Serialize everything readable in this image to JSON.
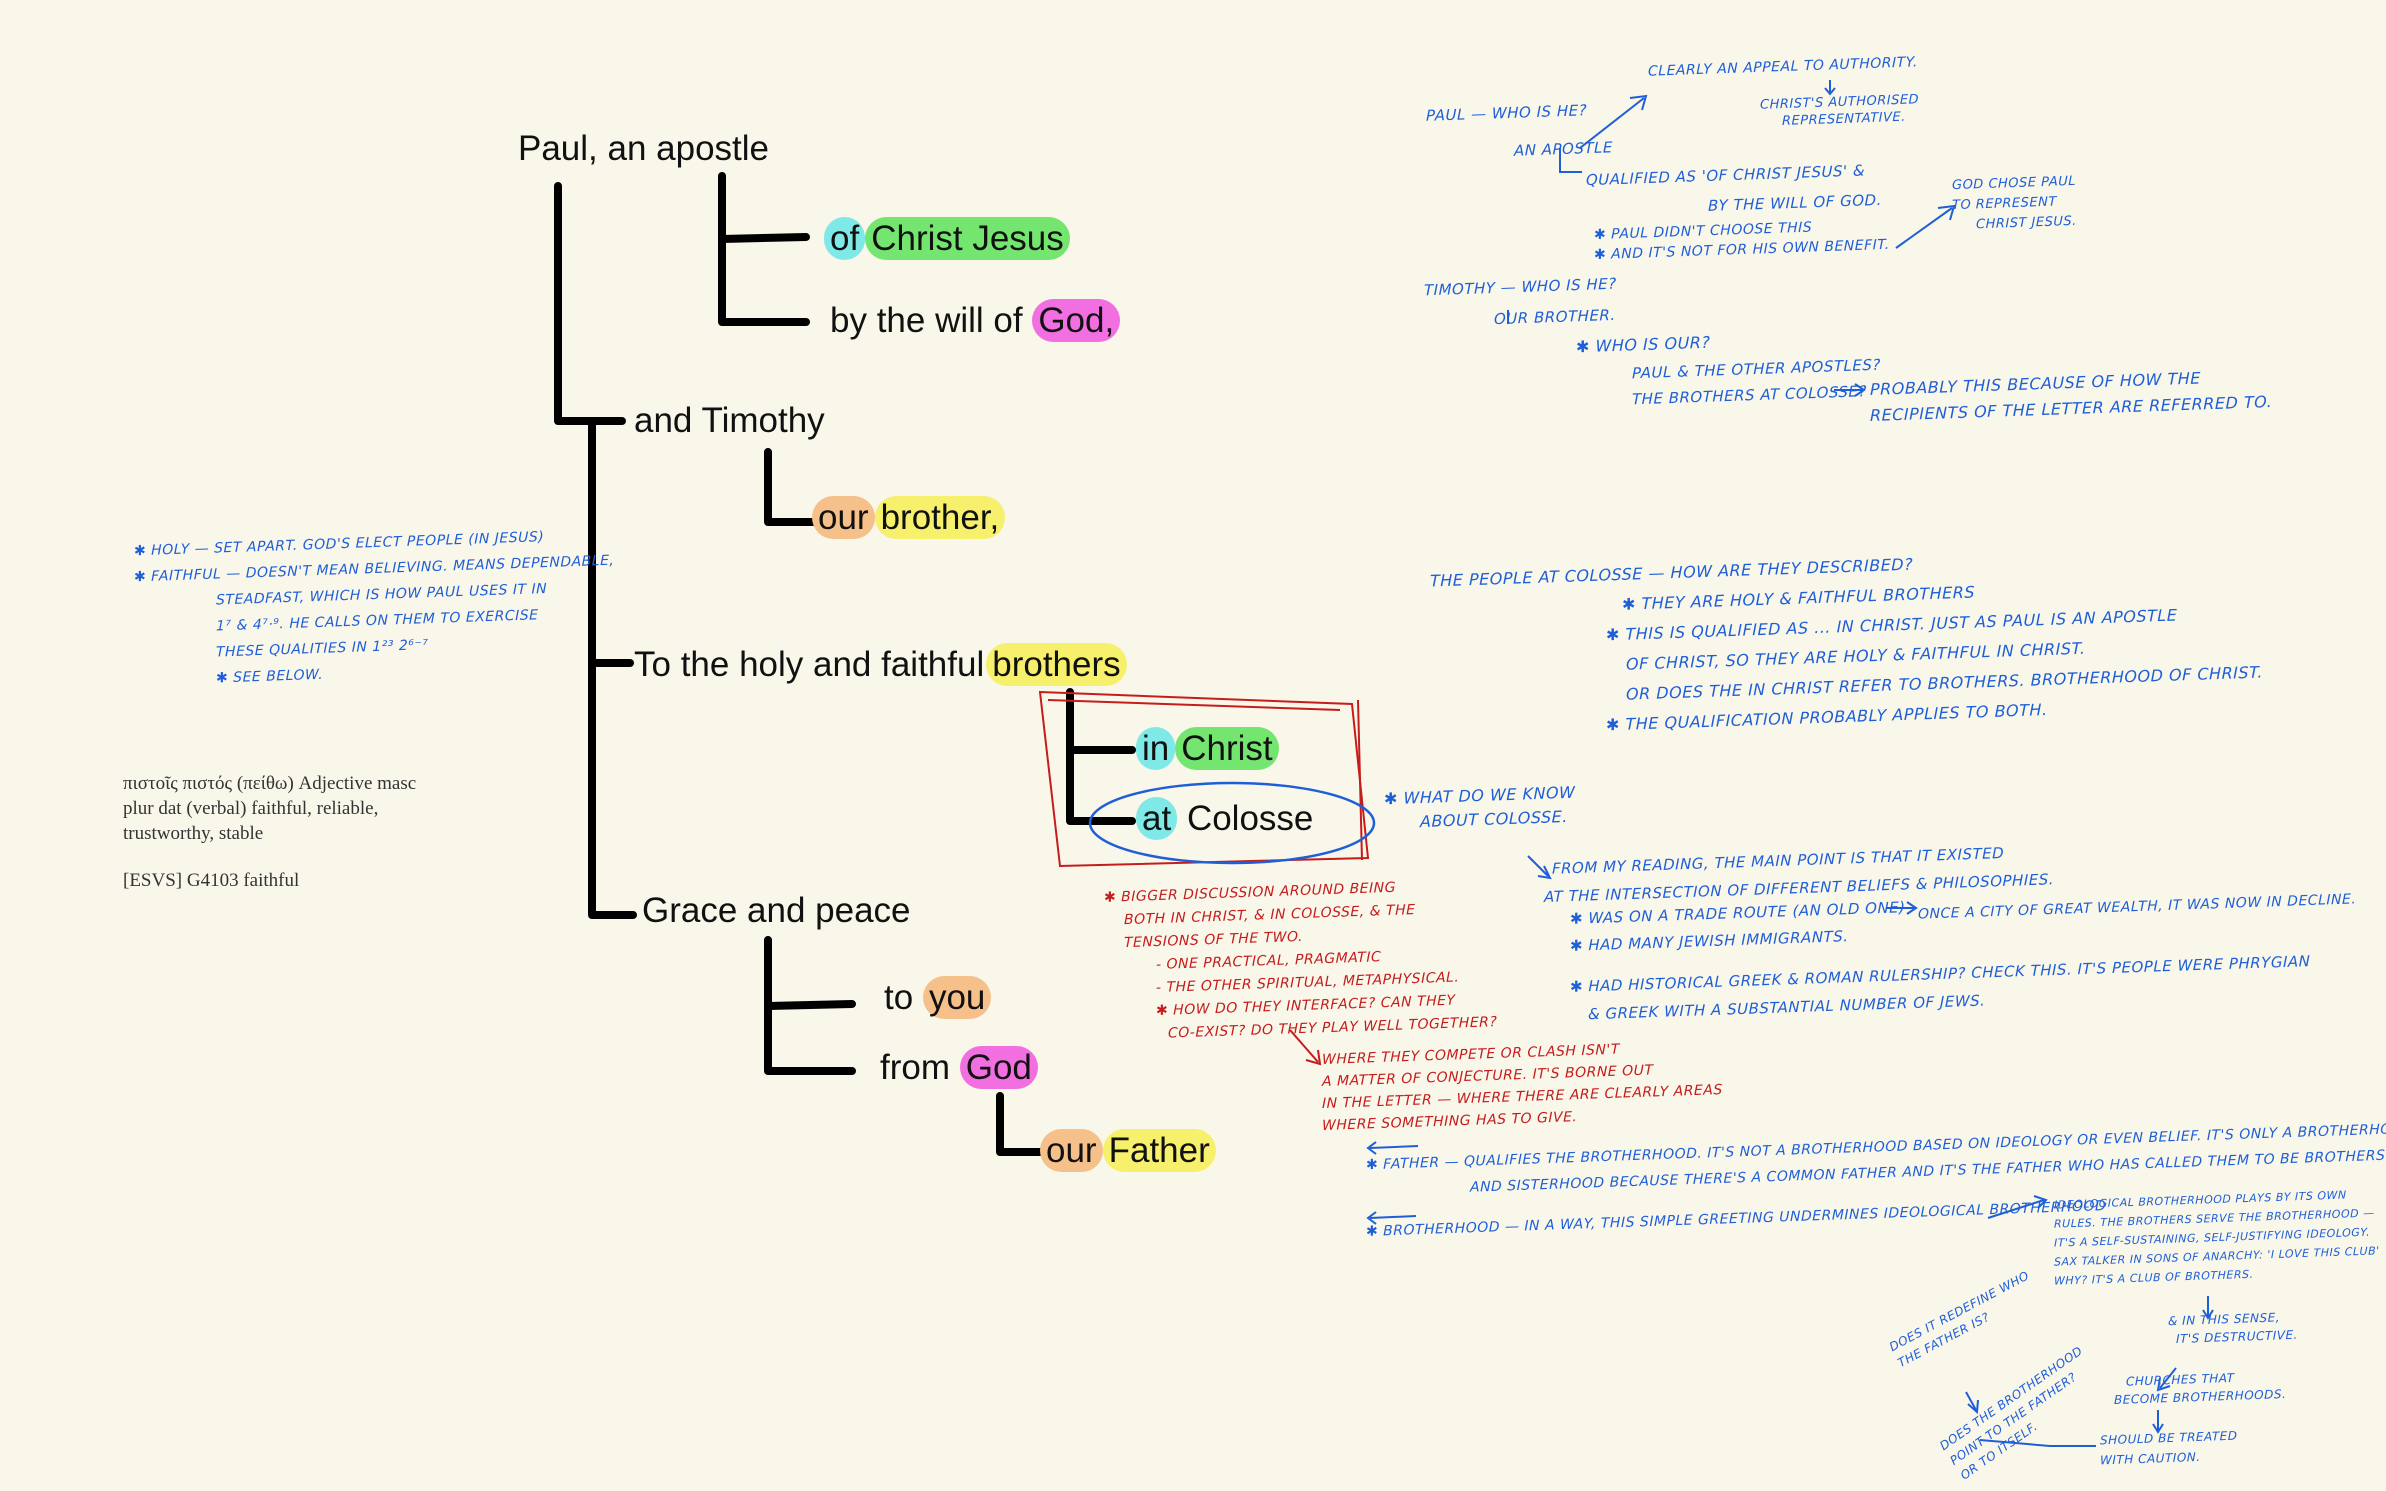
{
  "diagram": {
    "paul": "Paul, an apostle",
    "of": "of",
    "christ_jesus": "Christ Jesus",
    "by_will": "by the will of",
    "god1": "God,",
    "and_timothy": "and Timothy",
    "our1": "our",
    "brother": "brother,",
    "to_holy": "To the holy and faithful",
    "brothers": "brothers",
    "in": "in",
    "christ2": "Christ",
    "at": "at",
    "colosse": "Colosse",
    "grace": "Grace and peace",
    "to": "to",
    "you": "you",
    "from": "from",
    "god2": "God",
    "our2": "our",
    "father": "Father"
  },
  "lexicon": {
    "line1": "πιστοῖς πιστός (πείθω) Adjective masc",
    "line2": "plur dat (verbal)  faithful, reliable,",
    "line3": "trustworthy, stable",
    "line4": "[ESVS]  G4103  faithful"
  },
  "left_notes": [
    "✱ HOLY — SET APART. GOD'S ELECT PEOPLE (IN JESUS)",
    "✱ FAITHFUL — DOESN'T MEAN BELIEVING. MEANS DEPENDABLE,",
    "STEADFAST, WHICH IS HOW PAUL USES IT IN",
    "1⁷ & 4⁷·⁹. HE CALLS ON THEM TO EXERCISE",
    "THESE QUALITIES IN 1²³ 2⁶⁻⁷",
    "✱ SEE BELOW."
  ],
  "top_notes": {
    "q_paul": "PAUL — WHO IS HE?",
    "an_apostle": "AN APOSTLE",
    "appeal": "CLEARLY AN APPEAL TO AUTHORITY.",
    "authorised1": "CHRIST'S AUTHORISED",
    "authorised2": "REPRESENTATIVE.",
    "qualified1": "QUALIFIED AS 'OF CHRIST JESUS' &",
    "qualified2": "BY THE WILL OF GOD.",
    "didnt1": "✱ PAUL DIDN'T CHOOSE THIS",
    "didnt2": "✱ AND IT'S NOT FOR HIS OWN BENEFIT.",
    "chose1": "GOD CHOSE PAUL",
    "chose2": "TO REPRESENT",
    "chose3": "CHRIST JESUS.",
    "q_tim": "TIMOTHY — WHO IS HE?",
    "our_brother": "OUR BROTHER.",
    "who_our": "✱ WHO IS OUR?",
    "other_apostles": "PAUL & THE OTHER APOSTLES?",
    "brothers_colosse": "THE BROTHERS AT COLOSSE?",
    "probably1": "PROBABLY THIS BECAUSE OF HOW THE",
    "probably2": "RECIPIENTS OF THE LETTER ARE REFERRED TO."
  },
  "mid_notes": [
    "THE PEOPLE AT COLOSSE — HOW ARE THEY DESCRIBED?",
    "✱ THEY ARE HOLY & FAITHFUL BROTHERS",
    "✱ THIS IS QUALIFIED AS ... IN CHRIST. JUST AS PAUL IS AN APOSTLE",
    "OF CHRIST, SO THEY ARE HOLY & FAITHFUL IN CHRIST.",
    "OR DOES THE IN CHRIST REFER TO BROTHERS. BROTHERHOOD OF CHRIST.",
    "✱ THE QUALIFICATION PROBABLY APPLIES TO BOTH."
  ],
  "colosse_notes": {
    "what1": "✱ WHAT DO WE KNOW",
    "what2": "ABOUT COLOSSE.",
    "reading1": "FROM MY READING, THE MAIN POINT IS THAT IT EXISTED",
    "reading2": "AT THE INTERSECTION OF DIFFERENT BELIEFS & PHILOSOPHIES.",
    "trade": "✱ WAS ON A TRADE ROUTE (AN OLD ONE)",
    "wealth": "ONCE A CITY OF GREAT WEALTH, IT WAS NOW IN DECLINE.",
    "jewish": "✱ HAD MANY JEWISH IMMIGRANTS.",
    "greek1": "✱ HAD HISTORICAL GREEK & ROMAN RULERSHIP? CHECK THIS. IT'S PEOPLE WERE PHRYGIAN",
    "greek2": "& GREEK WITH A SUBSTANTIAL NUMBER OF JEWS."
  },
  "red_notes": {
    "bigger1": "✱ BIGGER DISCUSSION AROUND BEING",
    "bigger2": "BOTH IN CHRIST, & IN COLOSSE, & THE",
    "bigger3": "TENSIONS OF THE TWO.",
    "bigger4": "- ONE PRACTICAL, PRAGMATIC",
    "bigger5": "- THE OTHER SPIRITUAL, METAPHYSICAL.",
    "bigger6": "✱ HOW DO THEY INTERFACE? CAN THEY",
    "bigger7": "CO-EXIST? DO THEY PLAY WELL TOGETHER?",
    "where1": "WHERE THEY COMPETE OR CLASH ISN'T",
    "where2": "A MATTER OF CONJECTURE. IT'S BORNE OUT",
    "where3": "IN THE LETTER — WHERE THERE ARE CLEARLY AREAS",
    "where4": "WHERE SOMETHING HAS TO GIVE."
  },
  "bottom_notes": {
    "father1": "✱ FATHER — QUALIFIES THE BROTHERHOOD. IT'S NOT A BROTHERHOOD BASED ON IDEOLOGY OR EVEN BELIEF. IT'S ONLY A BROTHERHOOD",
    "father2": "AND SISTERHOOD BECAUSE THERE'S A COMMON FATHER AND IT'S THE FATHER WHO HAS CALLED THEM TO BE BROTHERS.",
    "brotherhood": "✱ BROTHERHOOD — IN A WAY, THIS SIMPLE GREETING UNDERMINES IDEOLOGICAL BROTHERHOOD",
    "ideo1": "IDEOLOGICAL BROTHERHOOD PLAYS BY ITS OWN",
    "ideo2": "RULES. THE BROTHERS SERVE THE BROTHERHOOD —",
    "ideo3": "IT'S A SELF-SUSTAINING, SELF-JUSTIFYING IDEOLOGY.",
    "ideo4": "SAX TALKER IN SONS OF ANARCHY: 'I LOVE THIS CLUB'",
    "ideo5": "WHY? IT'S A CLUB OF BROTHERS.",
    "sense1": "& IN THIS SENSE,",
    "sense2": "IT'S DESTRUCTIVE.",
    "churches1": "CHURCHES THAT",
    "churches2": "BECOME BROTHERHOODS.",
    "should1": "SHOULD BE TREATED",
    "should2": "WITH CAUTION.",
    "does1": "DOES IT REDEFINE WHO",
    "does2": "THE FATHER IS?",
    "does3": "DOES THE BROTHERHOOD",
    "does4": "POINT TO THE FATHER?",
    "does5": "OR TO ITSELF."
  }
}
